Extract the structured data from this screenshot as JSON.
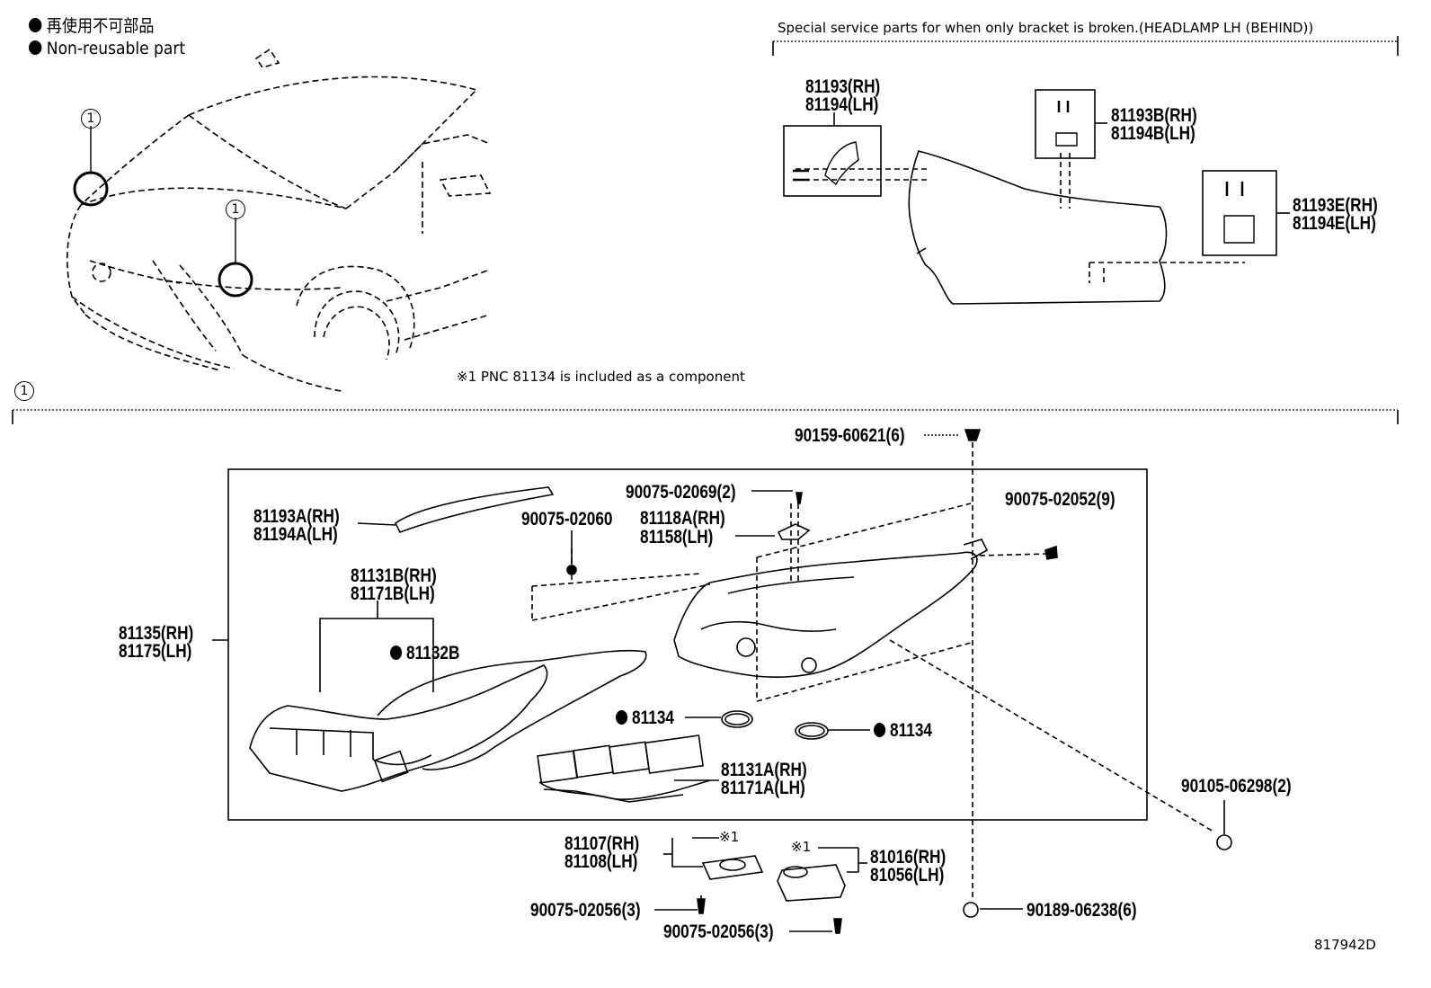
{
  "legend": {
    "line_jp": "再使用不可部品",
    "line_en": "Non-reusable part"
  },
  "callout_marker": "1",
  "bracket_section": {
    "title": "Special service parts for when only bracket is broken.(HEADLAMP LH (BEHIND))",
    "labels": [
      "81193(RH)",
      "81194(LH)",
      "81193B(RH)",
      "81194B(LH)",
      "81193E(RH)",
      "81194E(LH)"
    ]
  },
  "note": "※1 PNC 81134 is included as a component",
  "parts": {
    "p90159": "90159-60621(6)",
    "p90075_02069": "90075-02069(2)",
    "p90075_02052": "90075-02052(9)",
    "p81193A": "81193A(RH)",
    "p81194A": "81194A(LH)",
    "p90075_02060": "90075-02060",
    "p81118A": "81118A(RH)",
    "p81158": "81158(LH)",
    "p81131B": "81131B(RH)",
    "p81171B": "81171B(LH)",
    "p81135": "81135(RH)",
    "p81175": "81175(LH)",
    "p81132B": "81132B",
    "p81134_a": "81134",
    "p81134_b": "81134",
    "p81131A": "81131A(RH)",
    "p81171A": "81171A(LH)",
    "p90105": "90105-06298(2)",
    "p81107": "81107(RH)",
    "p81108": "81108(LH)",
    "p81016": "81016(RH)",
    "p81056": "81056(LH)",
    "ref1_a": "※1",
    "ref1_b": "※1",
    "p90075_02056_a": "90075-02056(3)",
    "p90075_02056_b": "90075-02056(3)",
    "p90189": "90189-06238(6)"
  },
  "diagram_id": "817942D"
}
